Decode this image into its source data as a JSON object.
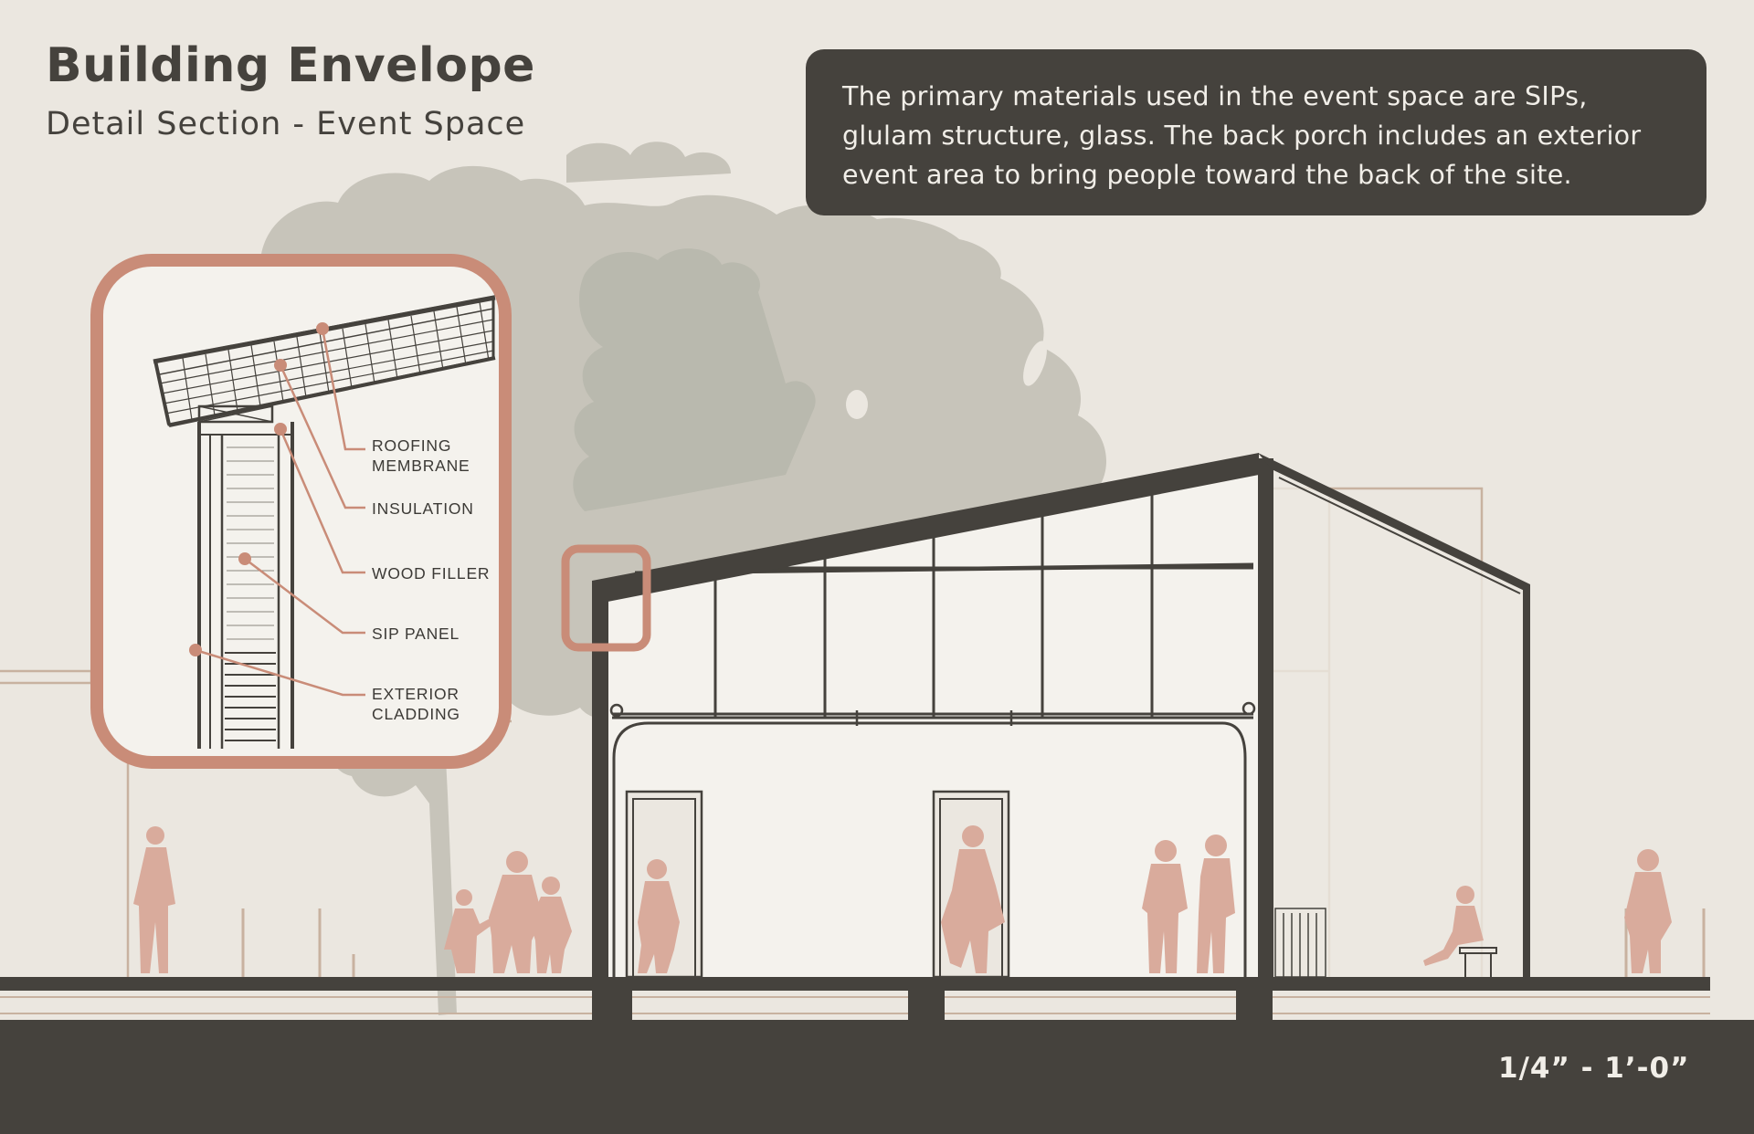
{
  "header": {
    "title": "Building Envelope",
    "subtitle": "Detail Section - Event Space"
  },
  "description": "The primary materials used in the event space are SIPs, glulam structure, glass. The back porch includes an exterior event area to bring people toward the back of the site.",
  "detail_callouts": {
    "roofing_membrane": [
      "ROOFING",
      "MEMBRANE"
    ],
    "insulation": "INSULATION",
    "wood_filler": "WOOD FILLER",
    "sip_panel": "SIP PANEL",
    "exterior_cladding": [
      "EXTERIOR",
      "CLADDING"
    ]
  },
  "scale_label": "1/4” - 1’-0”",
  "colors": {
    "background": "#ebe7e0",
    "dark": "#45423d",
    "accent": "#c98c78",
    "figure": "#d9ab9c",
    "tree": "#bfbcb1",
    "ghost_line": "#c8b2a0"
  },
  "icons": [
    "person-silhouette",
    "tree-silhouette",
    "bench"
  ]
}
